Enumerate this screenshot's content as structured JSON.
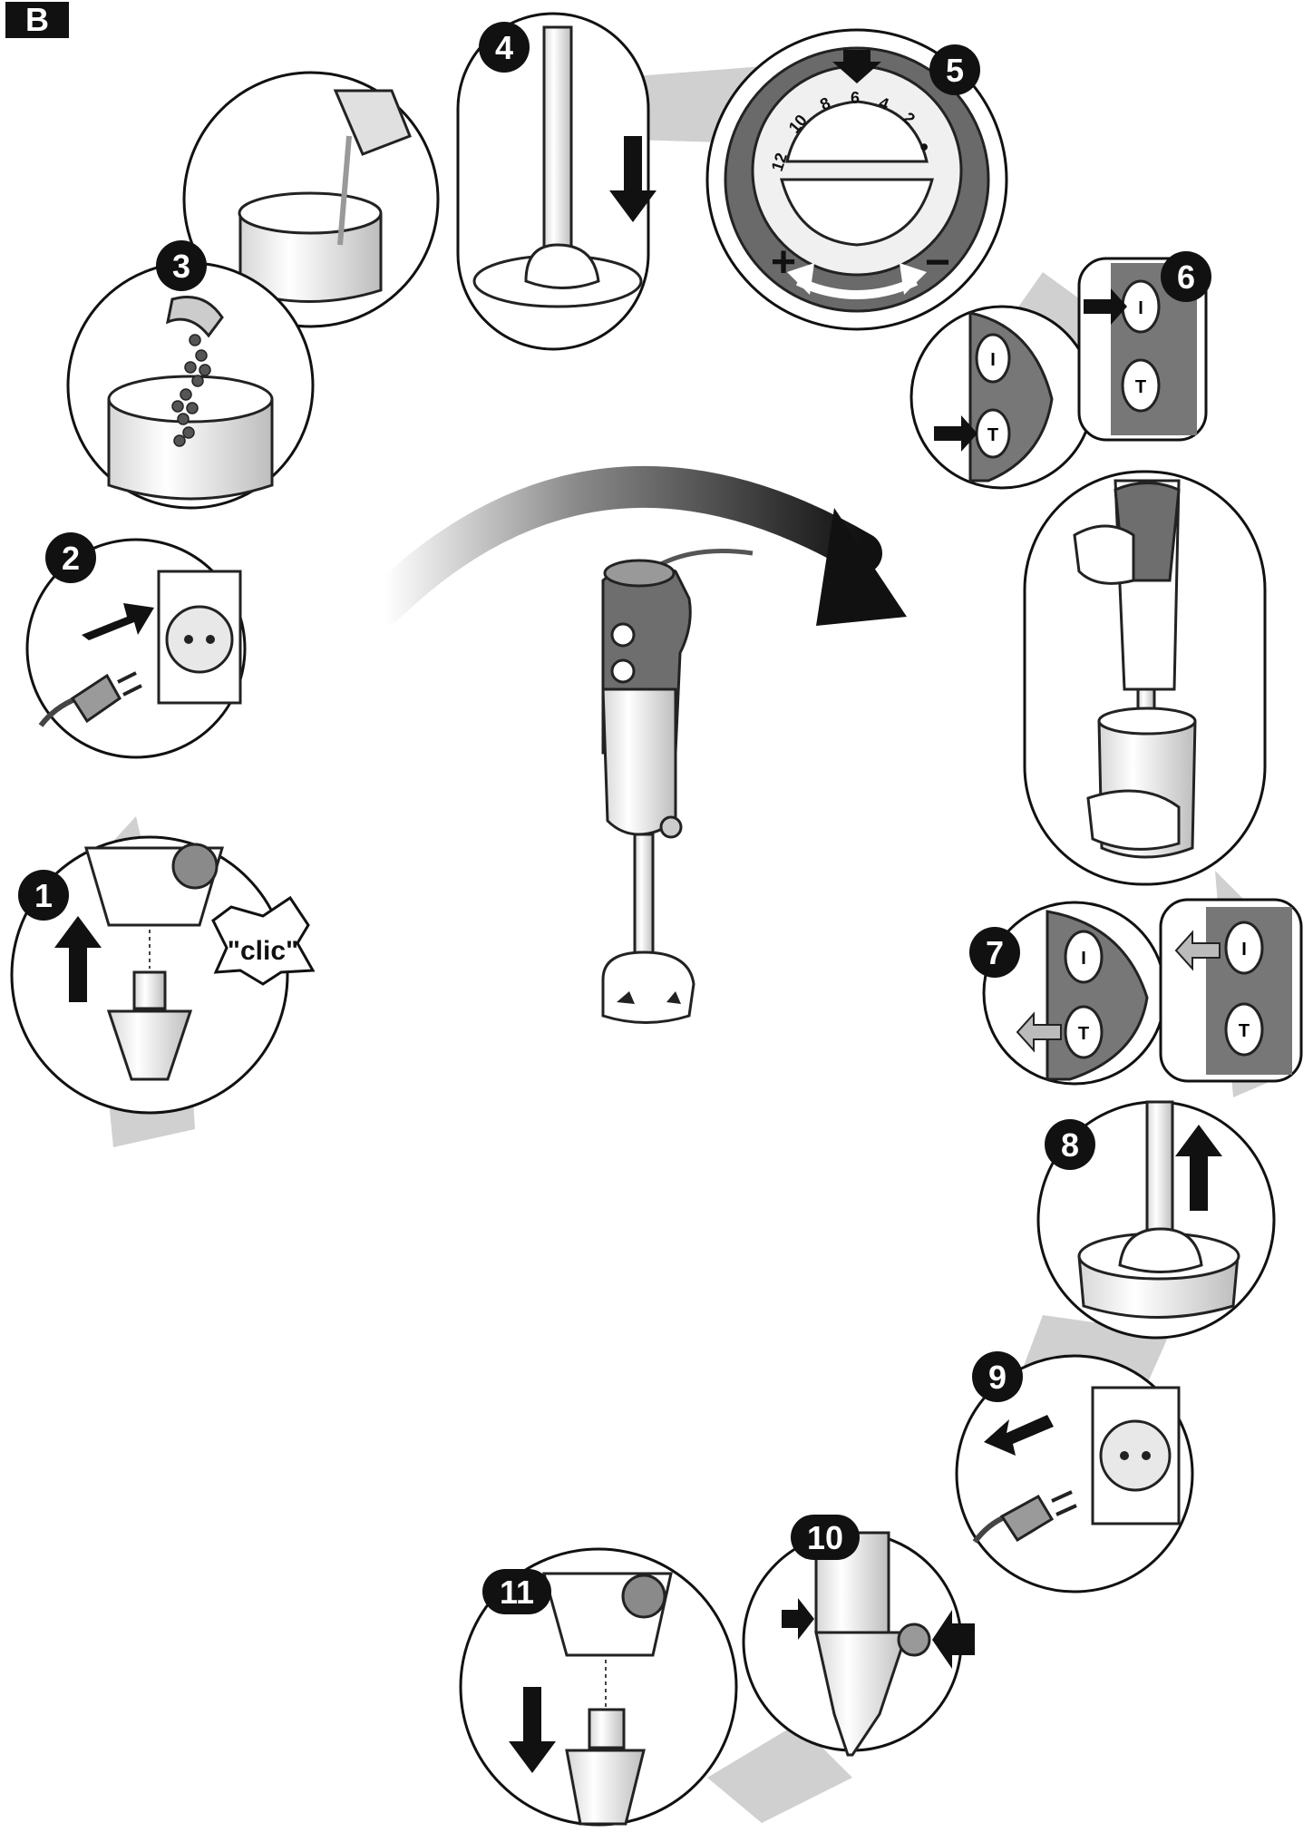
{
  "section_label": "B",
  "sound_word": "\"clic\"",
  "speed_dial": {
    "scale": [
      "12",
      "10",
      "8",
      "6",
      "4",
      "2",
      "●"
    ],
    "plus_sign": "+",
    "minus_sign": "−"
  },
  "button_labels": {
    "turbo": "T",
    "on": "I"
  },
  "steps": [
    {
      "number": "1"
    },
    {
      "number": "2"
    },
    {
      "number": "3"
    },
    {
      "number": "4"
    },
    {
      "number": "5"
    },
    {
      "number": "6"
    },
    {
      "number": "7"
    },
    {
      "number": "8"
    },
    {
      "number": "9"
    },
    {
      "number": "10"
    },
    {
      "number": "11"
    }
  ],
  "colors": {
    "dark": "#111111",
    "mid_gray": "#6e6e6e",
    "light_gray": "#c9c9c9",
    "shadow": "#cfcfcf",
    "white": "#ffffff"
  }
}
